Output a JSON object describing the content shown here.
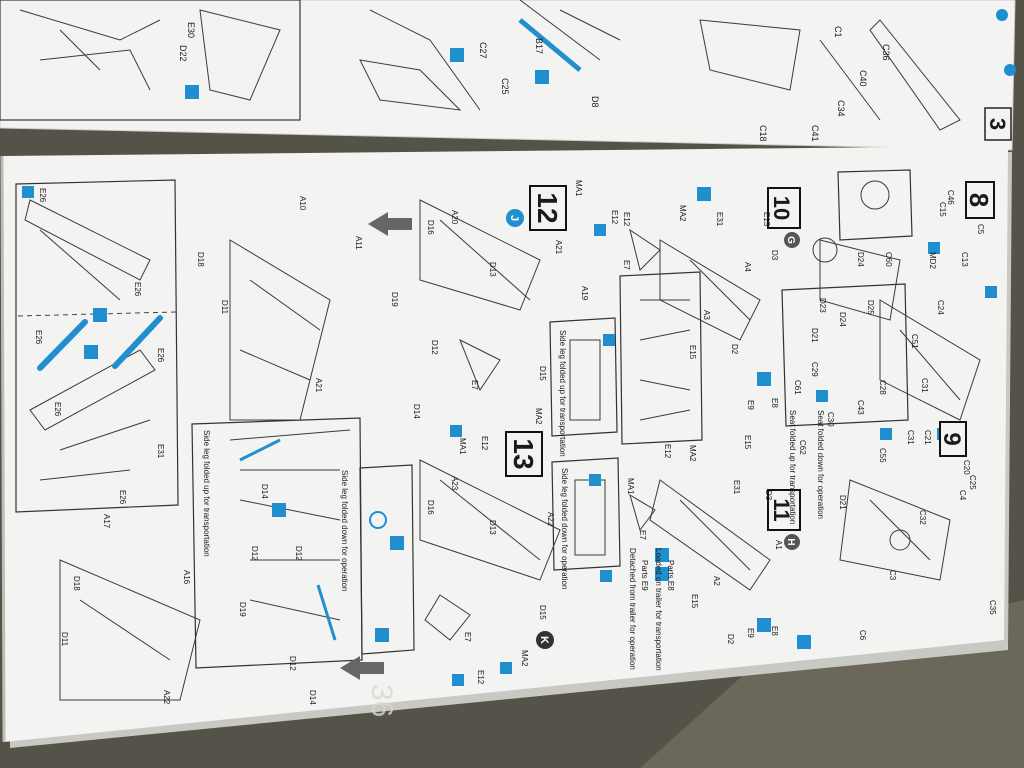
{
  "photo": {
    "colors": {
      "tabletop": "#5f5c52",
      "screen_mesh": "#4a4840",
      "paper": "#f3f3f1",
      "paper_shadow": "#c9c9c4",
      "line_art": "#3b3b3b",
      "accent": "#1f8fd0",
      "text": "#1a1a1a"
    },
    "upper_page": {
      "step_number": "3",
      "part_labels": [
        "E30",
        "D22",
        "B17",
        "C27",
        "C25",
        "D8",
        "C1",
        "C36",
        "C40",
        "C34",
        "C18",
        "C41"
      ]
    },
    "lower_page": {
      "steps": [
        {
          "number": "8"
        },
        {
          "number": "9"
        },
        {
          "number": "10",
          "badge": "G"
        },
        {
          "number": "11",
          "badge": "H"
        },
        {
          "number": "12",
          "badge": "J"
        },
        {
          "number": "13",
          "badge": "K"
        }
      ],
      "captions": {
        "side_leg_up_1": "Side leg folded up for transportation",
        "side_leg_down_1": "Side leg folded down for operation",
        "side_leg_up_2": "Side leg folded up for transportation",
        "side_leg_down_2": "Side leg folded down for operation",
        "seat_down": "Seat folded down for operation",
        "seat_up": "Seat folded up for transportation"
      },
      "legend": {
        "parts_e8": "Parts E8",
        "loaded_on_trailer": "Loaded on trailer for transportation",
        "parts_e9": "Parts E9",
        "detached": "Detached from trailer for operation"
      },
      "part_labels": {
        "step8": [
          "C46",
          "C15",
          "C5",
          "C13",
          "C60",
          "D24",
          "MD2",
          "C24",
          "D25",
          "C51",
          "C31",
          "C28",
          "C43"
        ],
        "step9": [
          "C21",
          "C31",
          "C20",
          "C25",
          "C4",
          "C32",
          "C6",
          "C55",
          "C3",
          "C35",
          "D21"
        ],
        "step10": [
          "D3",
          "E15",
          "A4",
          "E31",
          "MA2",
          "E12",
          "E7",
          "A3",
          "D2",
          "E15",
          "E9",
          "E8",
          "D23",
          "D24",
          "D21",
          "C30",
          "C62",
          "C61",
          "C29"
        ],
        "step11": [
          "A1",
          "E31",
          "MA2",
          "E15",
          "D3",
          "E12",
          "MA1",
          "E7",
          "A2",
          "E15",
          "D2",
          "E9",
          "E8"
        ],
        "step12": [
          "MA1",
          "E12",
          "A20",
          "D16",
          "D13",
          "A21",
          "A19",
          "D15",
          "D12",
          "MA2",
          "E7",
          "A10",
          "A11",
          "D19",
          "D18",
          "D11",
          "A21",
          "D14",
          "E26",
          "E26",
          "E26",
          "E26",
          "E26",
          "E31",
          "E26"
        ],
        "step13": [
          "MA1",
          "E12",
          "A23",
          "D16",
          "D13",
          "A22",
          "D15",
          "MA2",
          "E7",
          "E12",
          "A17",
          "D18",
          "A16",
          "D11",
          "A22",
          "D19",
          "D12",
          "D14",
          "D12",
          "D14",
          "D12"
        ]
      }
    }
  }
}
